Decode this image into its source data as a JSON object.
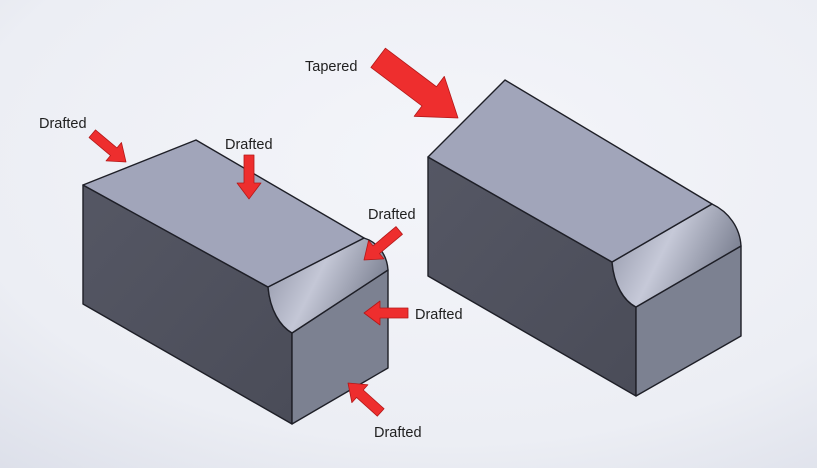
{
  "labels": {
    "tapered": "Tapered",
    "drafted_left_top_edge": "Drafted",
    "drafted_top_face": "Drafted",
    "drafted_fillet": "Drafted",
    "drafted_right_face": "Drafted",
    "drafted_bottom_edge": "Drafted"
  },
  "colors": {
    "background_light": "#f4f5fa",
    "background_shadow": "#dde0ea",
    "top_face": "#a1a5ba",
    "front_face_dark": "#4e505d",
    "side_face": "#7c8191",
    "fillet_highlight": "#c4c7d6",
    "edge_line": "#1e1f27",
    "arrow_red": "#ee2e2e",
    "arrow_outline": "#b31818"
  },
  "icons": {
    "callout_arrow": "red-block-arrow"
  }
}
